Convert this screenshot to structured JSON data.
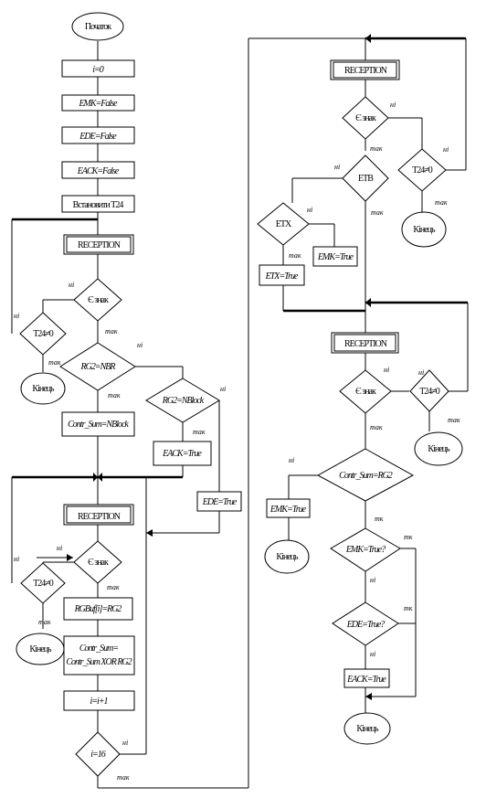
{
  "left": {
    "start": "Початок",
    "i0": "i=0",
    "emk": "EMK=False",
    "ede": "EDE=False",
    "eack": "EACK=False",
    "timer": "Встановити T24",
    "reception1": "RECEPTION",
    "d_char1": "Є знак",
    "d_t24_1": "T24≠0",
    "end1": "Кінець",
    "d_rg2_nbr": "RG2=NBR",
    "d_rg2_nb": "RG2=NBlock",
    "contr_nb": "Contr_Sum=NBlock",
    "eack_true": "EACK=True",
    "ede_true": "EDE=True",
    "reception2": "RECEPTION",
    "d_char2": "Є знак",
    "d_t24_2": "T24≠0",
    "end2": "Кінець",
    "rgbuf": "RGBuf[i]=RG2",
    "contr_xor_1": "Contr_Sum=",
    "contr_xor_2": "Contr_Sum XOR RG2",
    "inc": "i=i+1",
    "d_i16": "i=16"
  },
  "right": {
    "reception1": "RECEPTION",
    "d_char1": "Є знак",
    "d_t24_1": "T24≠0",
    "end1": "Кінець",
    "d_etb": "ETB",
    "d_etx": "ETX",
    "emk_true": "EMK=True",
    "etx_true": "ETX=True",
    "reception2": "RECEPTION",
    "d_char2": "Є знак",
    "d_t24_2": "T24≠0",
    "end2": "Кінець",
    "d_contr": "Contr_Sum=RG2",
    "emk_true2": "EMK=True",
    "end3": "Кінець",
    "d_emk": "EMK=True?",
    "d_ede": "EDE=True?",
    "eack_true": "EACK=True",
    "end4": "Кінець"
  },
  "labels": {
    "yes": "так",
    "yes_alt": "тк",
    "yes_short": "тк",
    "no": "ні",
    "no_alt": "ні"
  }
}
